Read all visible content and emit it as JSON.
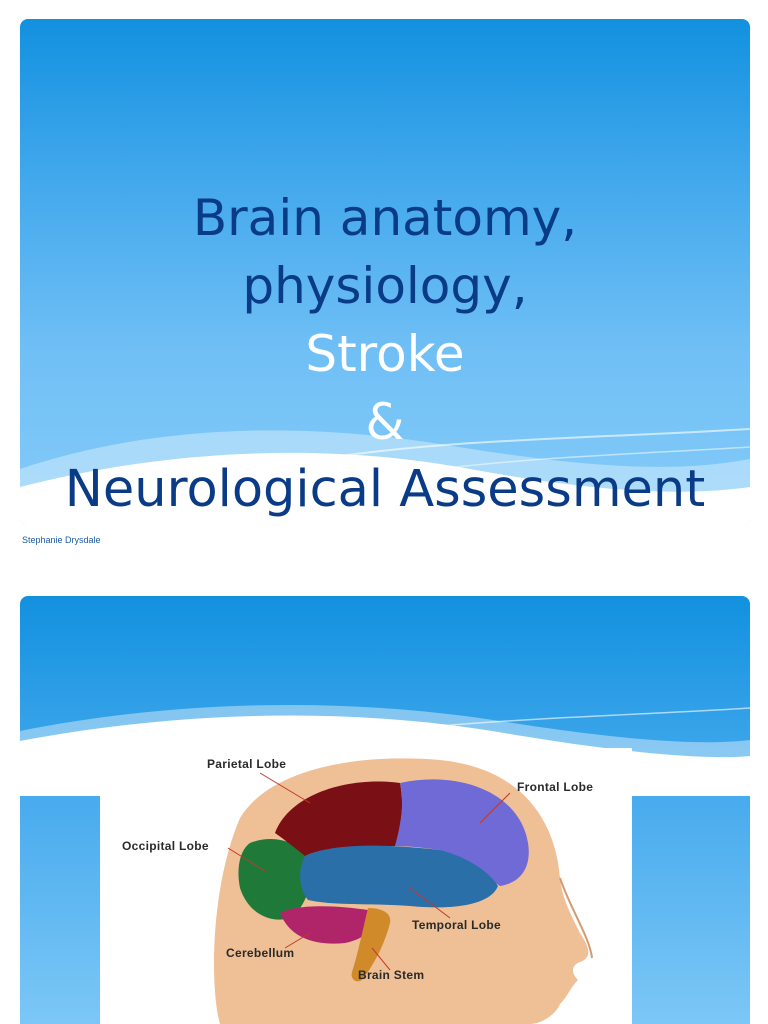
{
  "slide1": {
    "title_lines": [
      "Brain anatomy,",
      "physiology,",
      "Stroke",
      "&",
      "Neurological Assessment"
    ],
    "author": "Stephanie Drysdale"
  },
  "slide2": {
    "labels": {
      "parietal": "Parietal Lobe",
      "frontal": "Frontal Lobe",
      "occipital": "Occipital Lobe",
      "temporal": "Temporal Lobe",
      "cerebellum": "Cerebellum",
      "brainstem": "Brain Stem"
    }
  },
  "colors": {
    "slide_blue_top": "#1291df",
    "slide_blue_bottom": "#86ccf9",
    "title_dark": "#0a3b86",
    "title_white": "#ffffff",
    "parietal": "#7a0f16",
    "frontal": "#6f6ad6",
    "occipital": "#1f7a3a",
    "temporal": "#2a6fa8",
    "cerebellum": "#b0246a",
    "brainstem": "#d08a2a"
  }
}
